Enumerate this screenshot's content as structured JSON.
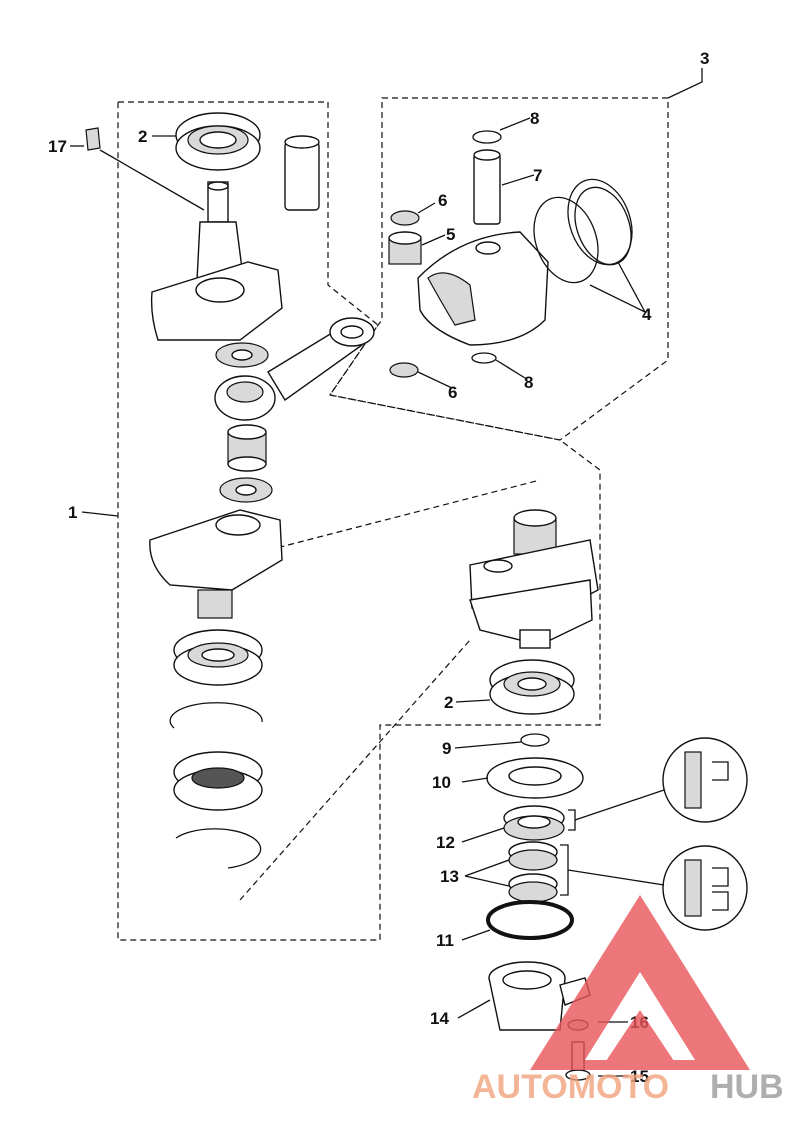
{
  "diagram": {
    "callouts": [
      {
        "id": "c17",
        "text": "17"
      },
      {
        "id": "c2a",
        "text": "2"
      },
      {
        "id": "c3",
        "text": "3"
      },
      {
        "id": "c8a",
        "text": "8"
      },
      {
        "id": "c7",
        "text": "7"
      },
      {
        "id": "c6a",
        "text": "6"
      },
      {
        "id": "c5",
        "text": "5"
      },
      {
        "id": "c4",
        "text": "4"
      },
      {
        "id": "c8b",
        "text": "8"
      },
      {
        "id": "c6b",
        "text": "6"
      },
      {
        "id": "c1",
        "text": "1"
      },
      {
        "id": "c2b",
        "text": "2"
      },
      {
        "id": "c9",
        "text": "9"
      },
      {
        "id": "c10",
        "text": "10"
      },
      {
        "id": "c12",
        "text": "12"
      },
      {
        "id": "c13",
        "text": "13"
      },
      {
        "id": "c11",
        "text": "11"
      },
      {
        "id": "c14",
        "text": "14"
      },
      {
        "id": "c16",
        "text": "16"
      },
      {
        "id": "c15",
        "text": "15"
      }
    ]
  },
  "watermark": {
    "part1": "AUTOMOTO",
    "part2": "HUB",
    "color_primary": "#f2a37e",
    "color_secondary": "#9a9a9a",
    "logo_color": "#e9555a"
  }
}
